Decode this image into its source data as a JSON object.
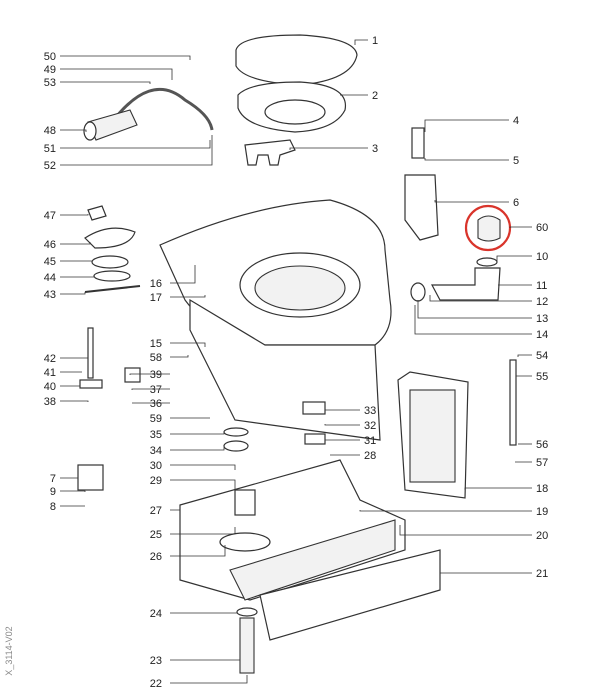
{
  "diagram": {
    "highlight_color": "#d9342b",
    "watermark": "X_3114-V02",
    "callouts": [
      "1",
      "2",
      "3",
      "4",
      "5",
      "6",
      "60",
      "10",
      "11",
      "12",
      "13",
      "14",
      "54",
      "55",
      "56",
      "57",
      "18",
      "19",
      "20",
      "21",
      "33",
      "32",
      "31",
      "28",
      "50",
      "49",
      "53",
      "48",
      "51",
      "52",
      "47",
      "46",
      "45",
      "44",
      "43",
      "42",
      "41",
      "40",
      "38",
      "7",
      "9",
      "8",
      "16",
      "17",
      "15",
      "58",
      "39",
      "37",
      "36",
      "59",
      "35",
      "34",
      "30",
      "29",
      "27",
      "25",
      "26",
      "24",
      "23",
      "22"
    ],
    "highlighted_part": "60"
  }
}
